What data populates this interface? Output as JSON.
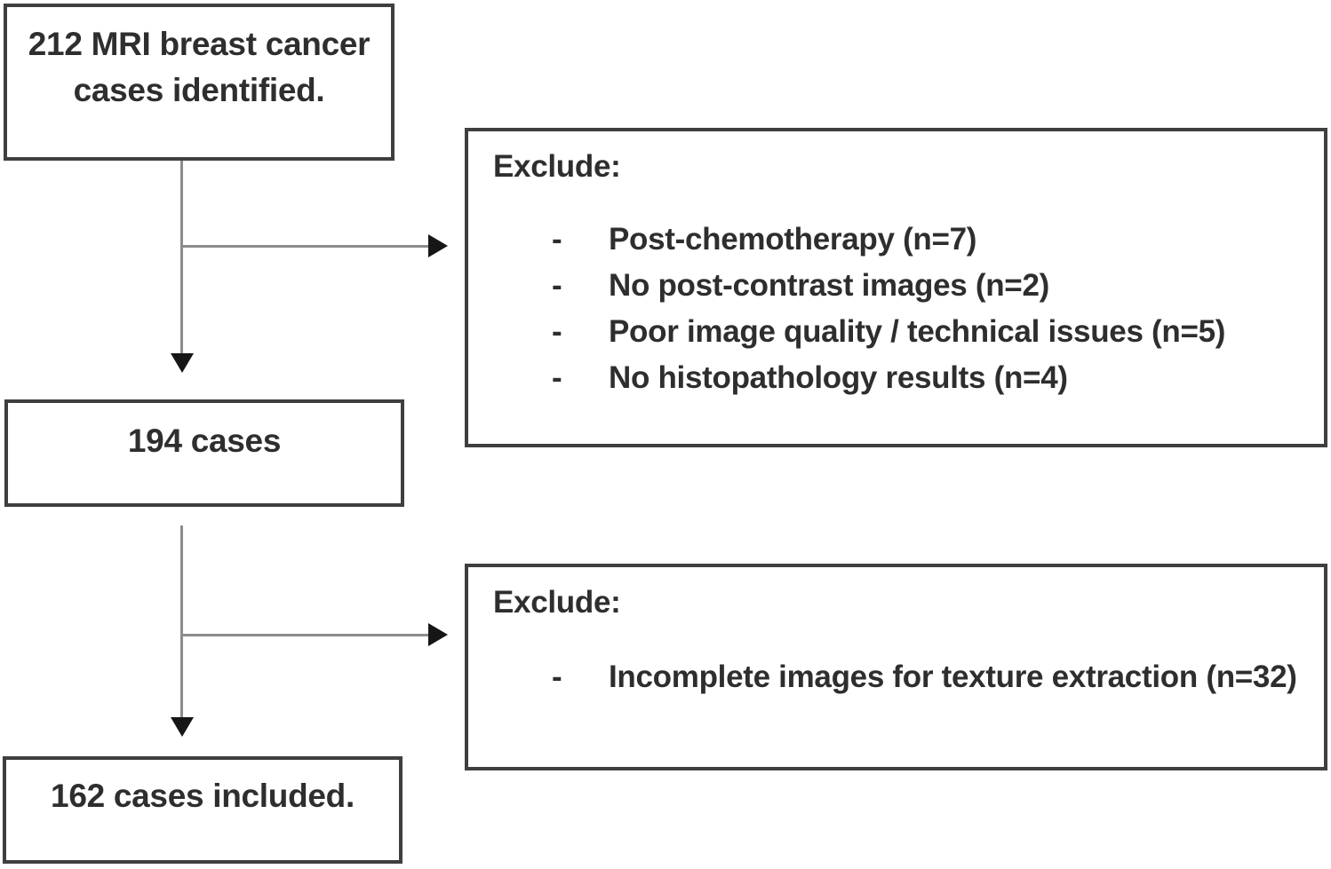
{
  "diagram": {
    "title": "MRI breast cancer case selection flow",
    "bullet_char": "-",
    "nodes": {
      "identified": {
        "text": "212 MRI breast cancer cases identified."
      },
      "cases_after_first_exclusion": {
        "text": "194 cases"
      },
      "included": {
        "text": "162 cases included."
      },
      "exclude_1": {
        "title": "Exclude:",
        "items": [
          "Post-chemotherapy (n=7)",
          "No post-contrast images (n=2)",
          "Poor image quality / technical issues (n=5)",
          "No histopathology results (n=4)"
        ]
      },
      "exclude_2": {
        "title": "Exclude:",
        "items": [
          "Incomplete images for texture extraction (n=32)"
        ]
      }
    },
    "colors": {
      "background": "#ffffff",
      "box_border": "#3f3f3f",
      "text": "#2e2e2e",
      "connector_line": "#8c8c8c",
      "arrowhead": "#161616"
    }
  }
}
